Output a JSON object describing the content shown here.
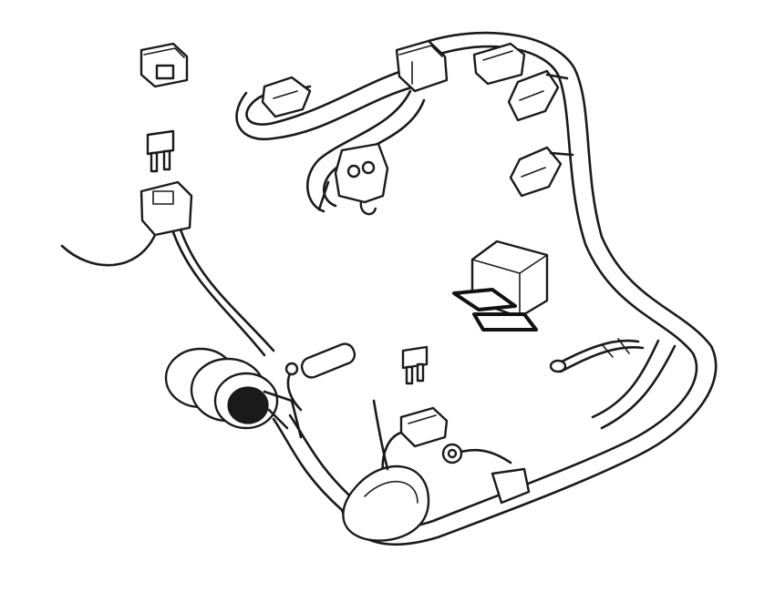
{
  "diagram": {
    "components": [
      {
        "name": "main-harness-loop",
        "kind": "wire-bundle"
      },
      {
        "name": "branch-harness-top-left",
        "kind": "wire-bundle"
      },
      {
        "name": "round-multi-pin-connector",
        "kind": "connector"
      },
      {
        "name": "square-relay",
        "kind": "relay"
      },
      {
        "name": "blade-fuse-upper",
        "kind": "fuse"
      },
      {
        "name": "blade-fuse-lower",
        "kind": "fuse"
      },
      {
        "name": "fuse-holder-cap",
        "kind": "cap"
      },
      {
        "name": "fuse-holder-connector",
        "kind": "connector"
      },
      {
        "name": "diode-tube",
        "kind": "diode"
      },
      {
        "name": "ring-terminal",
        "kind": "terminal"
      },
      {
        "name": "small-plug-connector",
        "kind": "connector"
      },
      {
        "name": "rubber-boot",
        "kind": "boot"
      },
      {
        "name": "ground-wire-pigtail",
        "kind": "terminal"
      },
      {
        "name": "injector-plug-a",
        "kind": "connector"
      },
      {
        "name": "injector-plug-b",
        "kind": "connector"
      },
      {
        "name": "injector-plug-c",
        "kind": "connector"
      },
      {
        "name": "injector-plug-d",
        "kind": "connector"
      },
      {
        "name": "sensor-connector-mount",
        "kind": "connector"
      }
    ]
  }
}
